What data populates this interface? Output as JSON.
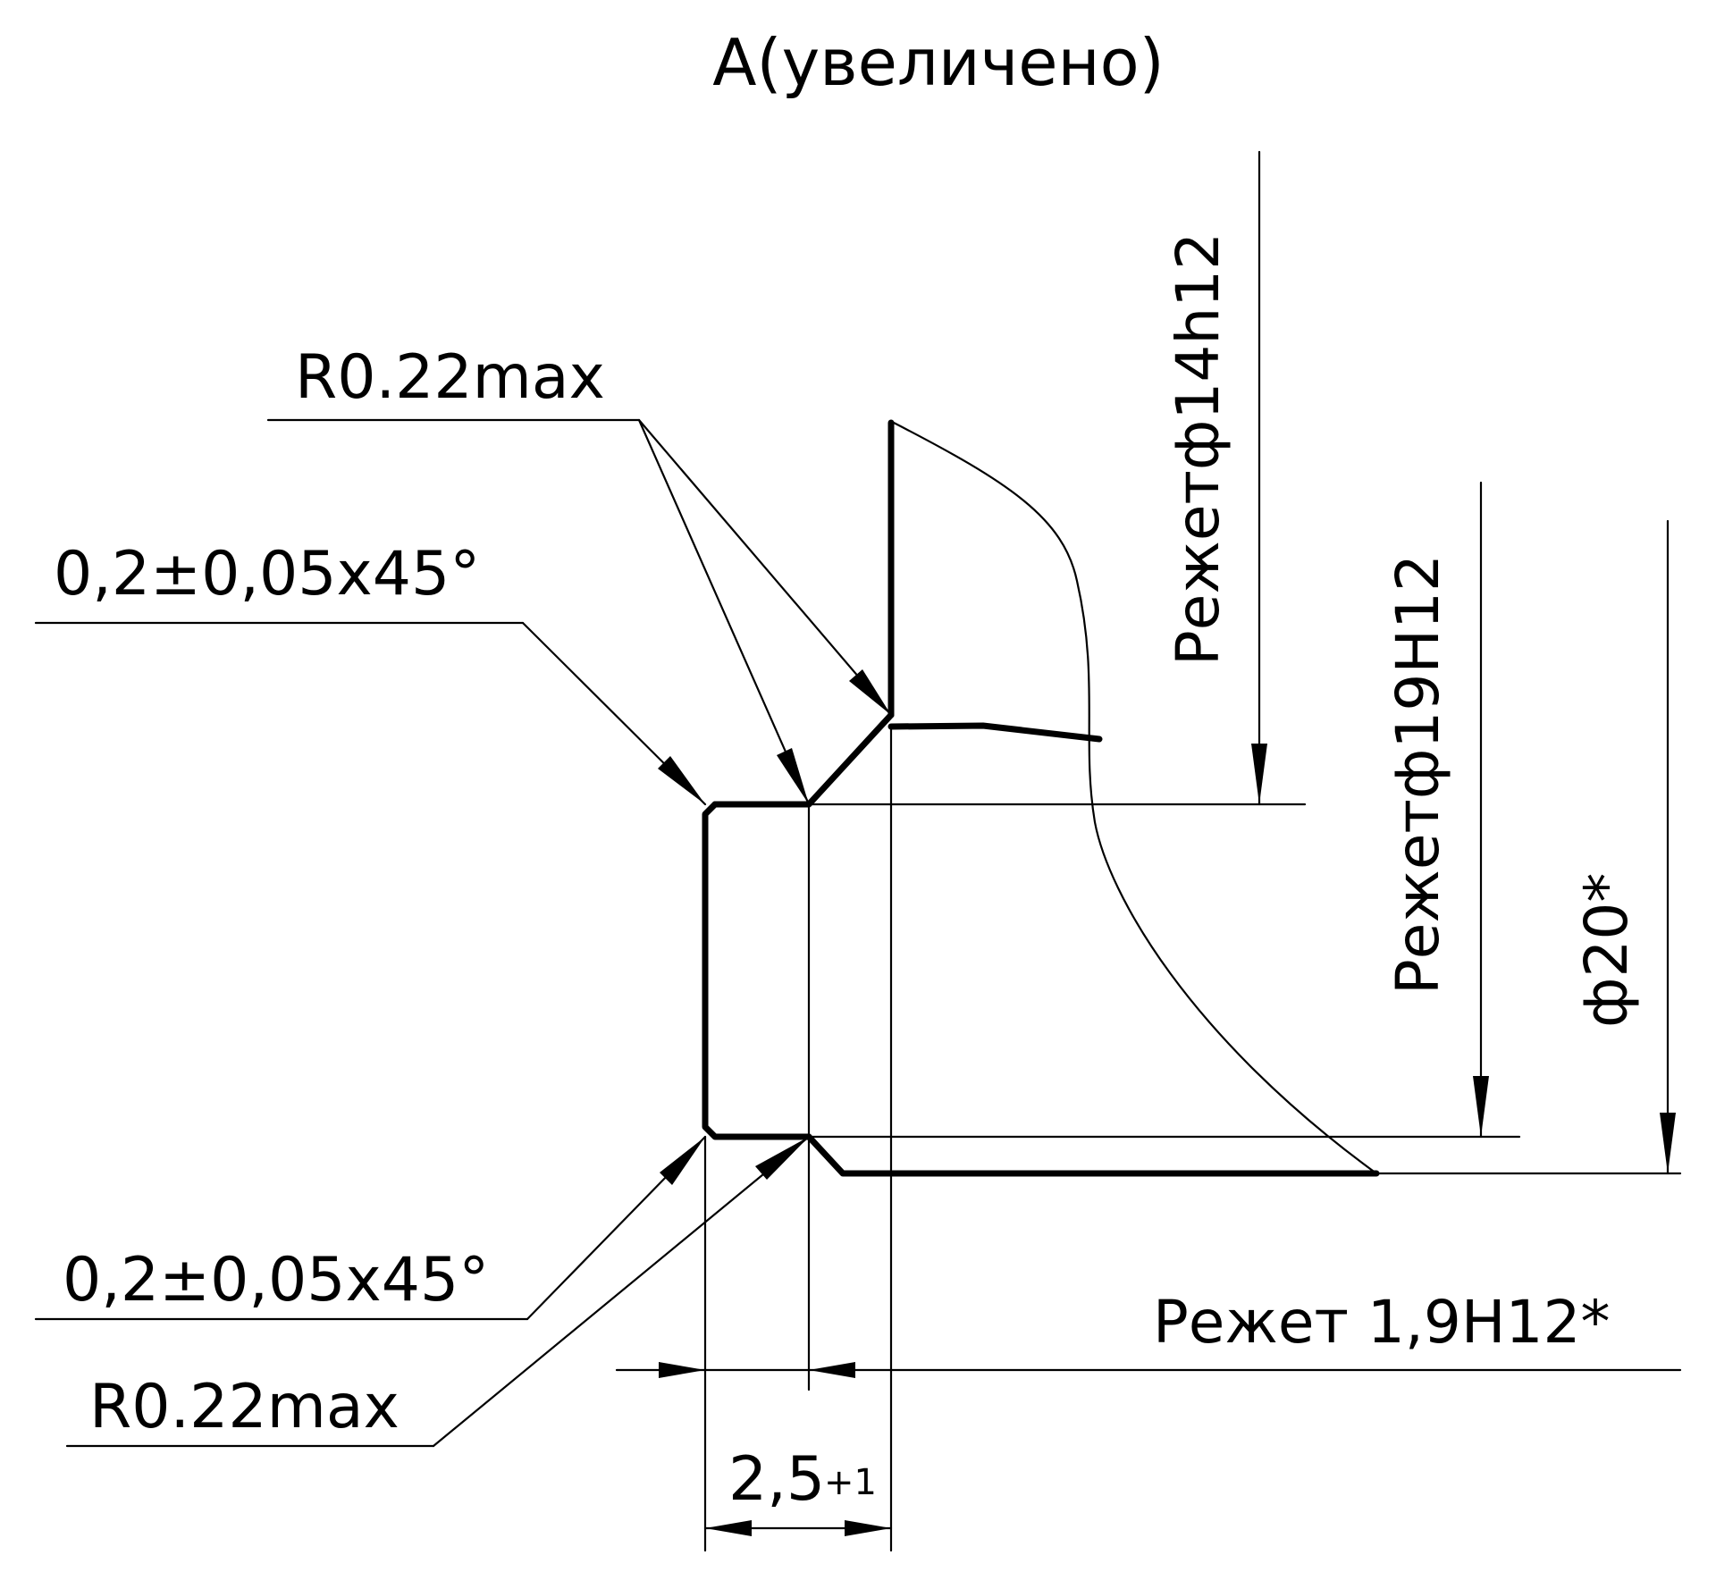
{
  "title": "A(увеличено)",
  "labels": {
    "radius_top": "R0.22max",
    "chamfer_top": "0,2±0,05x45°",
    "chamfer_bottom": "0,2±0,05x45°",
    "radius_bottom": "R0.22max",
    "cut_dia_14": "Режетф14h12",
    "cut_dia_19": "Режетф19H12",
    "dia_20": "ф20*",
    "cut_width": "Режет 1,9H12*",
    "length_value": "2,5",
    "length_tolerance": "+1"
  }
}
